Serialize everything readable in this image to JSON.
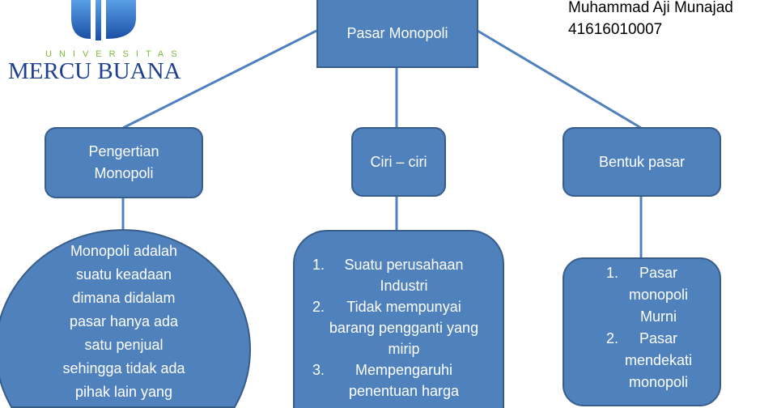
{
  "logo": {
    "top": "UNIVERSITAS",
    "name": "MERCU BUANA"
  },
  "author": {
    "name": "Muhammad Aji Munajad",
    "nim": "41616010007"
  },
  "root": {
    "label": "Pasar Monopoli"
  },
  "branches": [
    {
      "label_lines": [
        "Pengertian",
        "Monopoli"
      ],
      "content_lines": [
        "Monopoli adalah",
        "suatu keadaan",
        "dimana didalam",
        "pasar hanya ada",
        "satu penjual",
        "sehingga tidak ada",
        "pihak lain yang"
      ]
    },
    {
      "label": "Ciri – ciri",
      "items": [
        {
          "num": "1.",
          "text": "Suatu perusahaan Industri"
        },
        {
          "num": "2.",
          "text": "Tidak mempunyai barang pengganti yang mirip"
        },
        {
          "num": "3.",
          "text": "Mempengaruhi penentuan harga"
        }
      ]
    },
    {
      "label": "Bentuk pasar",
      "items": [
        {
          "num": "1.",
          "text": "Pasar monopoli Murni"
        },
        {
          "num": "2.",
          "text": "Pasar mendekati monopoli"
        }
      ]
    }
  ],
  "colors": {
    "fill": "#4F81BD",
    "border": "#385D8A"
  }
}
